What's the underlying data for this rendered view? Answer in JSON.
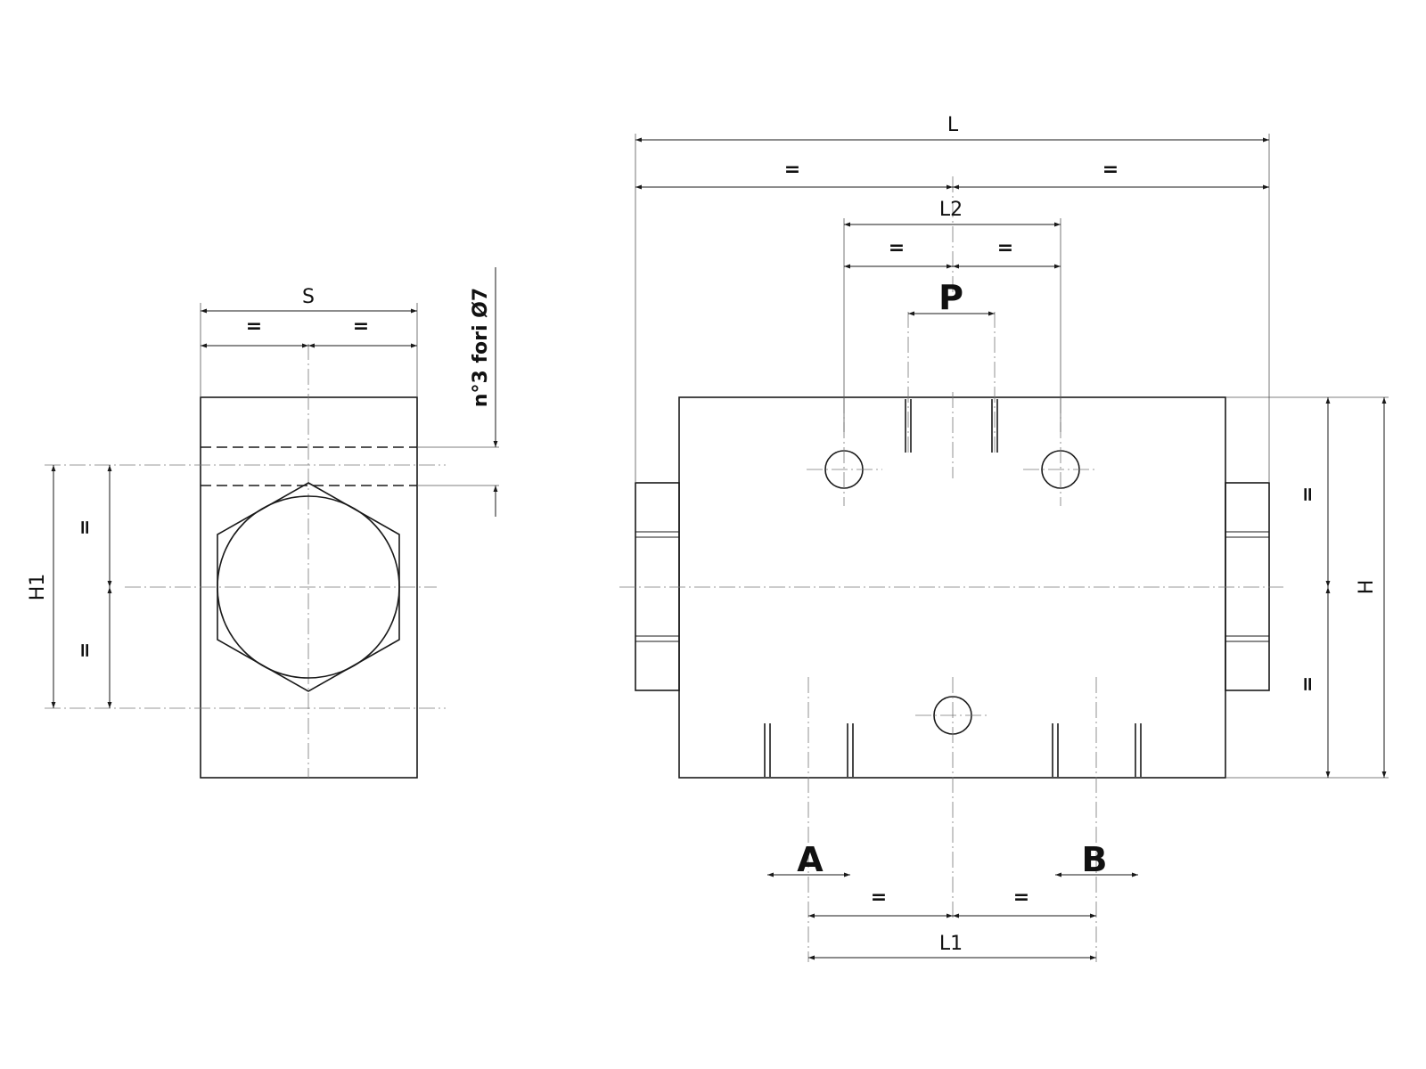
{
  "labels": {
    "L": "L",
    "L1": "L1",
    "L2": "L2",
    "S": "S",
    "H": "H",
    "H1": "H1",
    "equal": "=",
    "port_P": "P",
    "port_A": "A",
    "port_B": "B",
    "holes_note": "n°3 fori Ø7"
  }
}
